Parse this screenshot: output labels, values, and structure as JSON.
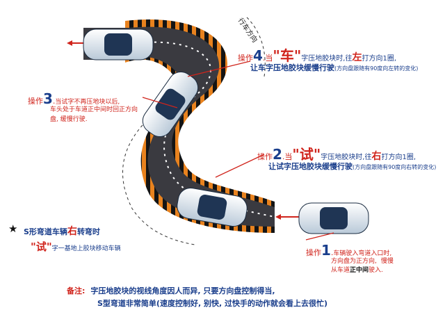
{
  "steps": {
    "s1": {
      "prefix": "操作",
      "num": "1",
      "dot": ".",
      "line1": "车辆驶入弯道入口时,",
      "line2a": "方向盘为正方向,",
      "line2b": "慢慢",
      "line3a": "从车道",
      "line3b": "正中间",
      "line3c": "驶入."
    },
    "s2": {
      "prefix": "操作",
      "num": "2",
      "dot": ".当",
      "quote": "\"试\"",
      "mid": "字压地胶块时,往",
      "dir": "右",
      "tail": "打方向1圈,",
      "line2": "让试字压地胶块缓慢行驶",
      "line2small": "(方向盘跟随有90度向右转的变化)"
    },
    "s3": {
      "prefix": "操作",
      "num": "3",
      "dot": ".",
      "line1": "当试字不再压地块以后,",
      "line2": "车头处于车道正中间时回正方向",
      "line3": "盘, 缓慢行驶."
    },
    "s4": {
      "prefix": "操作",
      "num": "4",
      "dot": ".当",
      "quote": "\"车\"",
      "mid": "字压地胶块时,往",
      "dir": "左",
      "tail": "打方向1圈,",
      "line2": "让车字压地胶块缓慢行驶",
      "line2small": "(方向盘跟随有90度向左转的变化)"
    }
  },
  "legend": {
    "star": "★",
    "line1a": "S形弯道车辆",
    "line1b": "右",
    "line1c": "转弯时",
    "line2a": "\"试\"",
    "line2b": "字一基地上胶块移动车辆"
  },
  "remark": {
    "label": "备注:",
    "line1": "字压地胶块的视线角度因人而异, 只要方向盘控制得当,",
    "line2": "S型弯道非常简单(速度控制好, 别快, 过快手的动作就会看上去很忙)"
  },
  "markers": {
    "m3": "3",
    "m2": "3"
  },
  "curve_label_top": "行车方向",
  "colors": {
    "road": "#3a3a40",
    "curb_a": "#e8821e",
    "curb_b": "#141414",
    "blue": "#1a3e8c",
    "red": "#d0241c"
  }
}
